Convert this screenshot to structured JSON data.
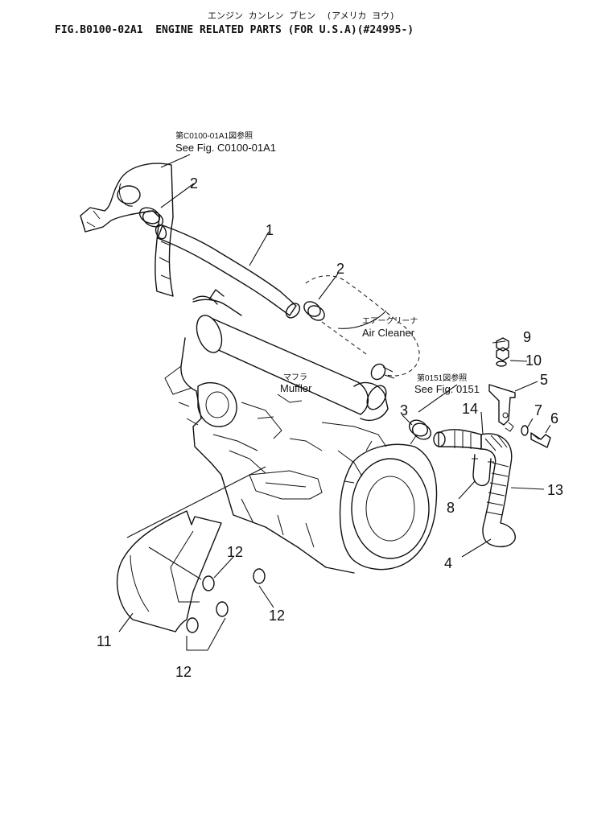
{
  "header": {
    "japanese_title": "エンジン カンレン ブヒン  (アメリカ ヨウ)",
    "figure_code": "FIG.B0100-02A1",
    "title": "ENGINE RELATED PARTS (FOR U.S.A)(#24995-)"
  },
  "notes": {
    "fig_c0100": {
      "jp": "第C0100-01A1図参照",
      "en": "See Fig. C0100-01A1"
    },
    "air_cleaner": {
      "jp": "エアークリーナ",
      "en": "Air Cleaner"
    },
    "muffler": {
      "jp": "マフラ",
      "en": "Muffler"
    },
    "fig_0151": {
      "jp": "第0151図参照",
      "en": "See Fig. 0151"
    }
  },
  "callouts": {
    "c1": "1",
    "c2a": "2",
    "c2b": "2",
    "c3": "3",
    "c4": "4",
    "c5": "5",
    "c6": "6",
    "c7": "7",
    "c8": "8",
    "c9": "9",
    "c10": "10",
    "c11": "11",
    "c12a": "12",
    "c12b": "12",
    "c12c": "12",
    "c13": "13",
    "c14": "14"
  }
}
